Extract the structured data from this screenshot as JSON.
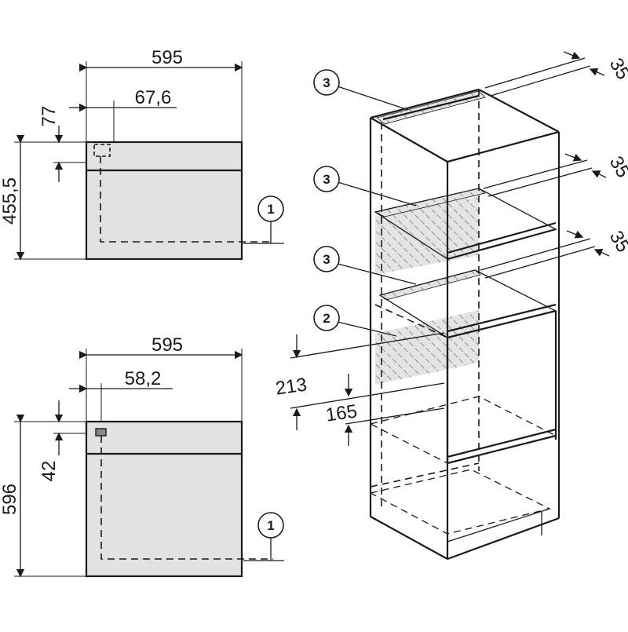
{
  "dimensions": {
    "top_width": "595",
    "top_offset": "67,6",
    "top_small": "77",
    "top_height": "455,5",
    "bottom_width": "595",
    "bottom_offset": "58,2",
    "bottom_small": "42",
    "bottom_height": "596",
    "depth_upper": "35",
    "depth_middle": "35",
    "depth_lower": "35",
    "vertical_upper": "213",
    "vertical_lower": "165"
  },
  "callouts": {
    "top_appliance": "1",
    "bottom_appliance": "1",
    "cabinet_top": "3",
    "cabinet_middle": "3",
    "cabinet_lower": "3",
    "cabinet_vent": "2"
  },
  "colors": {
    "appliance_fill": "#e2e2e2",
    "line": "#1a1a1a",
    "background": "#ffffff"
  }
}
